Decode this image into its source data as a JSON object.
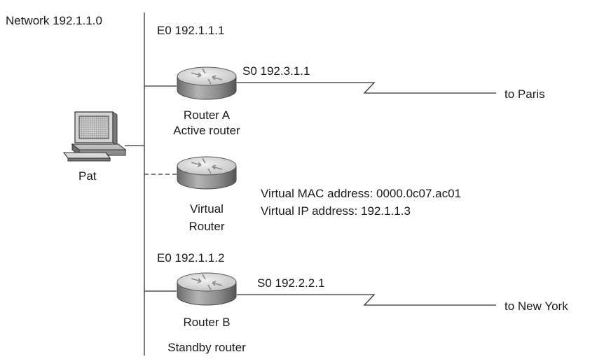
{
  "network": {
    "label": "Network 192.1.1.0"
  },
  "router_a": {
    "interface_e0": "E0 192.1.1.1",
    "interface_s0": "S0 192.3.1.1",
    "name": "Router A",
    "role": "Active router",
    "link_destination": "to Paris"
  },
  "host": {
    "name": "Pat"
  },
  "virtual_router": {
    "name_line1": "Virtual",
    "name_line2": "Router",
    "mac_info": "Virtual MAC address: 0000.0c07.ac01",
    "ip_info": "Virtual IP address: 192.1.1.3"
  },
  "router_b": {
    "interface_e0": "E0 192.1.1.2",
    "interface_s0": "S0 192.2.2.1",
    "name": "Router B",
    "role": "Standby router",
    "link_destination": "to New York"
  },
  "colors": {
    "line": "#333333",
    "router_top": "#dedede",
    "router_side": "#9a9a9a",
    "router_shadow": "#5e5e5e",
    "monitor_screen": "#b7b7b7"
  }
}
